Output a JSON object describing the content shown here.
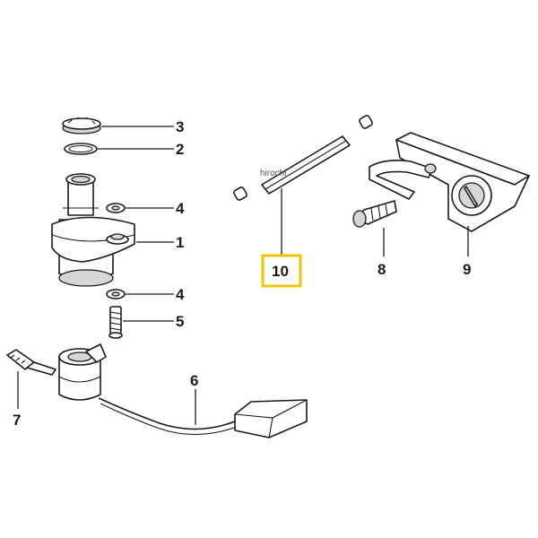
{
  "watermark": "hirochi",
  "highlight_color": "#f0c400",
  "callouts": [
    "1",
    "2",
    "3",
    "4",
    "4",
    "5",
    "6",
    "7",
    "8",
    "9",
    "10"
  ],
  "highlighted_callout": "10"
}
